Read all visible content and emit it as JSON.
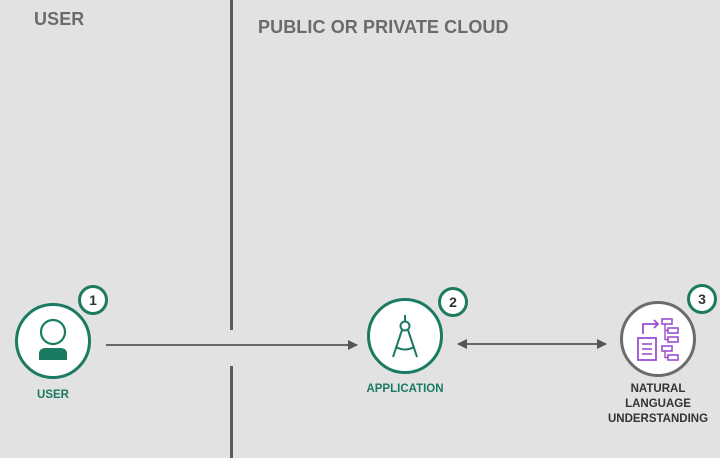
{
  "zones": {
    "user": "USER",
    "cloud": "PUBLIC OR PRIVATE CLOUD"
  },
  "nodes": {
    "user": {
      "label": "USER",
      "step": "1",
      "icon": "user-icon"
    },
    "application": {
      "label": "APPLICATION",
      "step": "2",
      "icon": "compass-icon"
    },
    "nlu": {
      "label_lines": [
        "NATURAL",
        "LANGUAGE",
        "UNDERSTANDING"
      ],
      "step": "3",
      "icon": "document-flow-icon"
    }
  },
  "colors": {
    "teal": "#1a7a62",
    "teal_badge": "#1d7a5f",
    "gray_node": "#6c6c6c",
    "purple_icon": "#9a4fd1",
    "divider": "#5c5c5c",
    "arrow": "#555555",
    "zone_text": "#6b6b6b",
    "nlu_text": "#333333"
  }
}
